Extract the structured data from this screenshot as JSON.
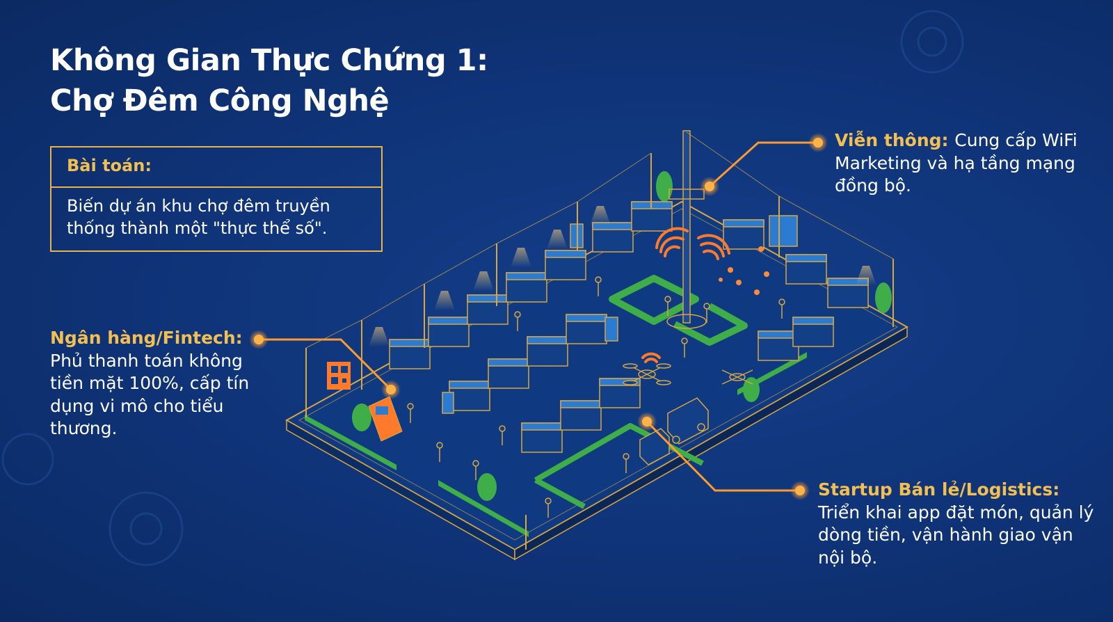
{
  "title": {
    "line1": "Không Gian Thực Chứng 1:",
    "line2": "Chợ Đêm Công Nghệ"
  },
  "problem": {
    "heading": "Bài toán:",
    "body": "Biến dự án khu chợ đêm truyền thống thành một \"thực thể số\"."
  },
  "callouts": {
    "telecom": {
      "heading": "Viễn thông:",
      "body": "Cung cấp WiFi Marketing và hạ tầng mạng đồng bộ."
    },
    "bank": {
      "heading": "Ngân hàng/Fintech:",
      "body": "Phủ thanh toán không tiền mặt 100%, cấp tín dụng vi mô cho tiểu thương."
    },
    "retail": {
      "heading": "Startup Bán lẻ/Logistics:",
      "body": "Triển khai app đặt món, quản lý dòng tiền, vận hành giao vận nội bộ."
    }
  },
  "colors": {
    "background": "#0f3377",
    "accent_gold": "#f2bf52",
    "line_gold": "#e8b34a",
    "callout_orange": "#ff9a2e",
    "green": "#3fae49",
    "stall_blue": "#2a7bd1"
  },
  "icons": [
    "wifi-signal-icon",
    "qr-code-icon",
    "atm-kiosk-icon",
    "drone-icon",
    "delivery-van-icon",
    "light-pole-icon",
    "tree-icon",
    "person-icon"
  ]
}
